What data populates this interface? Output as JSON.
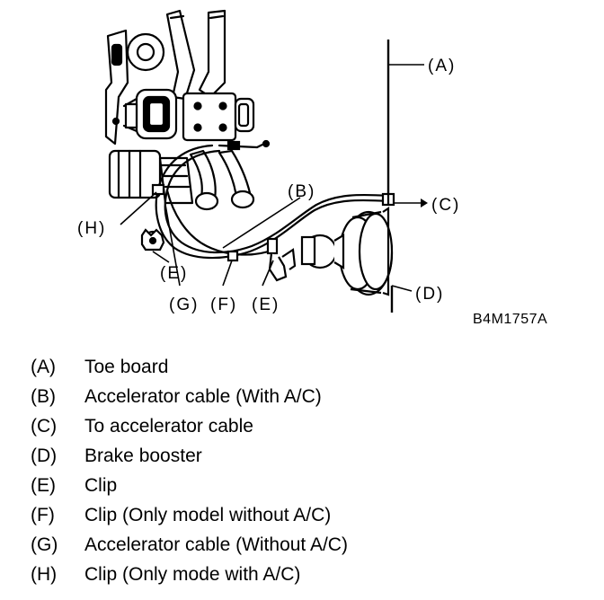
{
  "diagram": {
    "callouts": {
      "A": "(A)",
      "B": "(B)",
      "C": "(C)",
      "D": "(D)",
      "E_upper": "(E)",
      "E_lower": "(E)",
      "F": "(F)",
      "G": "(G)",
      "H": "(H)"
    },
    "figure_code": "B4M1757A"
  },
  "legend": [
    {
      "key": "(A)",
      "label": "Toe board"
    },
    {
      "key": "(B)",
      "label": "Accelerator cable (With A/C)"
    },
    {
      "key": "(C)",
      "label": "To accelerator cable"
    },
    {
      "key": "(D)",
      "label": "Brake booster"
    },
    {
      "key": "(E)",
      "label": "Clip"
    },
    {
      "key": "(F)",
      "label": "Clip (Only model without A/C)"
    },
    {
      "key": "(G)",
      "label": "Accelerator cable (Without A/C)"
    },
    {
      "key": "(H)",
      "label": "Clip (Only mode with A/C)"
    }
  ]
}
